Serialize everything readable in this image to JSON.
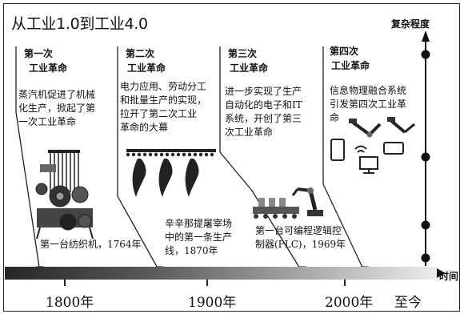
{
  "title": "从工业1.0到工业4.0",
  "axis": {
    "y_label": "复杂程度",
    "x_label": "时间",
    "years": [
      "1800年",
      "1900年",
      "2000年",
      "至今"
    ]
  },
  "eras": [
    {
      "line1": "第一次",
      "line2": "工业革命",
      "desc": [
        "蒸汽机促进了机械",
        "化生产，掀起了第",
        "一次工业革命"
      ]
    },
    {
      "line1": "第二次",
      "line2": "工业革命",
      "desc": [
        "电力应用、劳动分工",
        "和批量生产的实现，",
        "拉开了第二次工业",
        "革命的大幕"
      ]
    },
    {
      "line1": "第三次",
      "line2": "工业革命",
      "desc": [
        "进一步实现了生产",
        "自动化的电子和IT",
        "系统，开创了第三",
        "次工业革命"
      ]
    },
    {
      "line1": "第四次",
      "line2": "工业革命",
      "desc": [
        "信息物理融合系统",
        "引发第四次工业革",
        "命"
      ]
    }
  ],
  "milestones": [
    {
      "lines": [
        "第一台纺织机，1764年"
      ]
    },
    {
      "lines": [
        "辛辛那提屠宰场",
        "中的第一条生产",
        "线，1870年"
      ]
    },
    {
      "lines": [
        "第一台可编程逻辑控",
        "制器(PLC)，1969年"
      ]
    }
  ],
  "icons": [
    "loom-icon",
    "conveyor-icon",
    "robot-arm-icon",
    "smart-devices-icon"
  ]
}
